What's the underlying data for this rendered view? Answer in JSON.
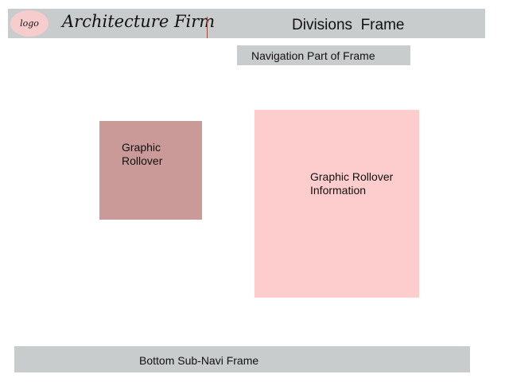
{
  "header": {
    "logo_text": "logo",
    "brand_title": "Architecture Firm",
    "divisions_title": "Divisions  Frame"
  },
  "navigation": {
    "label": "Navigation Part of Frame"
  },
  "graphic_rollover": {
    "label": "Graphic Rollover"
  },
  "rollover_information": {
    "label": "Graphic Rollover Information"
  },
  "bottom_navigation": {
    "label": "Bottom Sub-Navi Frame"
  },
  "colors": {
    "frame_gray": "#c9cccd",
    "logo_pink": "#f7cccc",
    "rollover_mauve": "#c99a98",
    "info_pink": "#fdcccc",
    "divider_brown": "#9a4a42"
  }
}
